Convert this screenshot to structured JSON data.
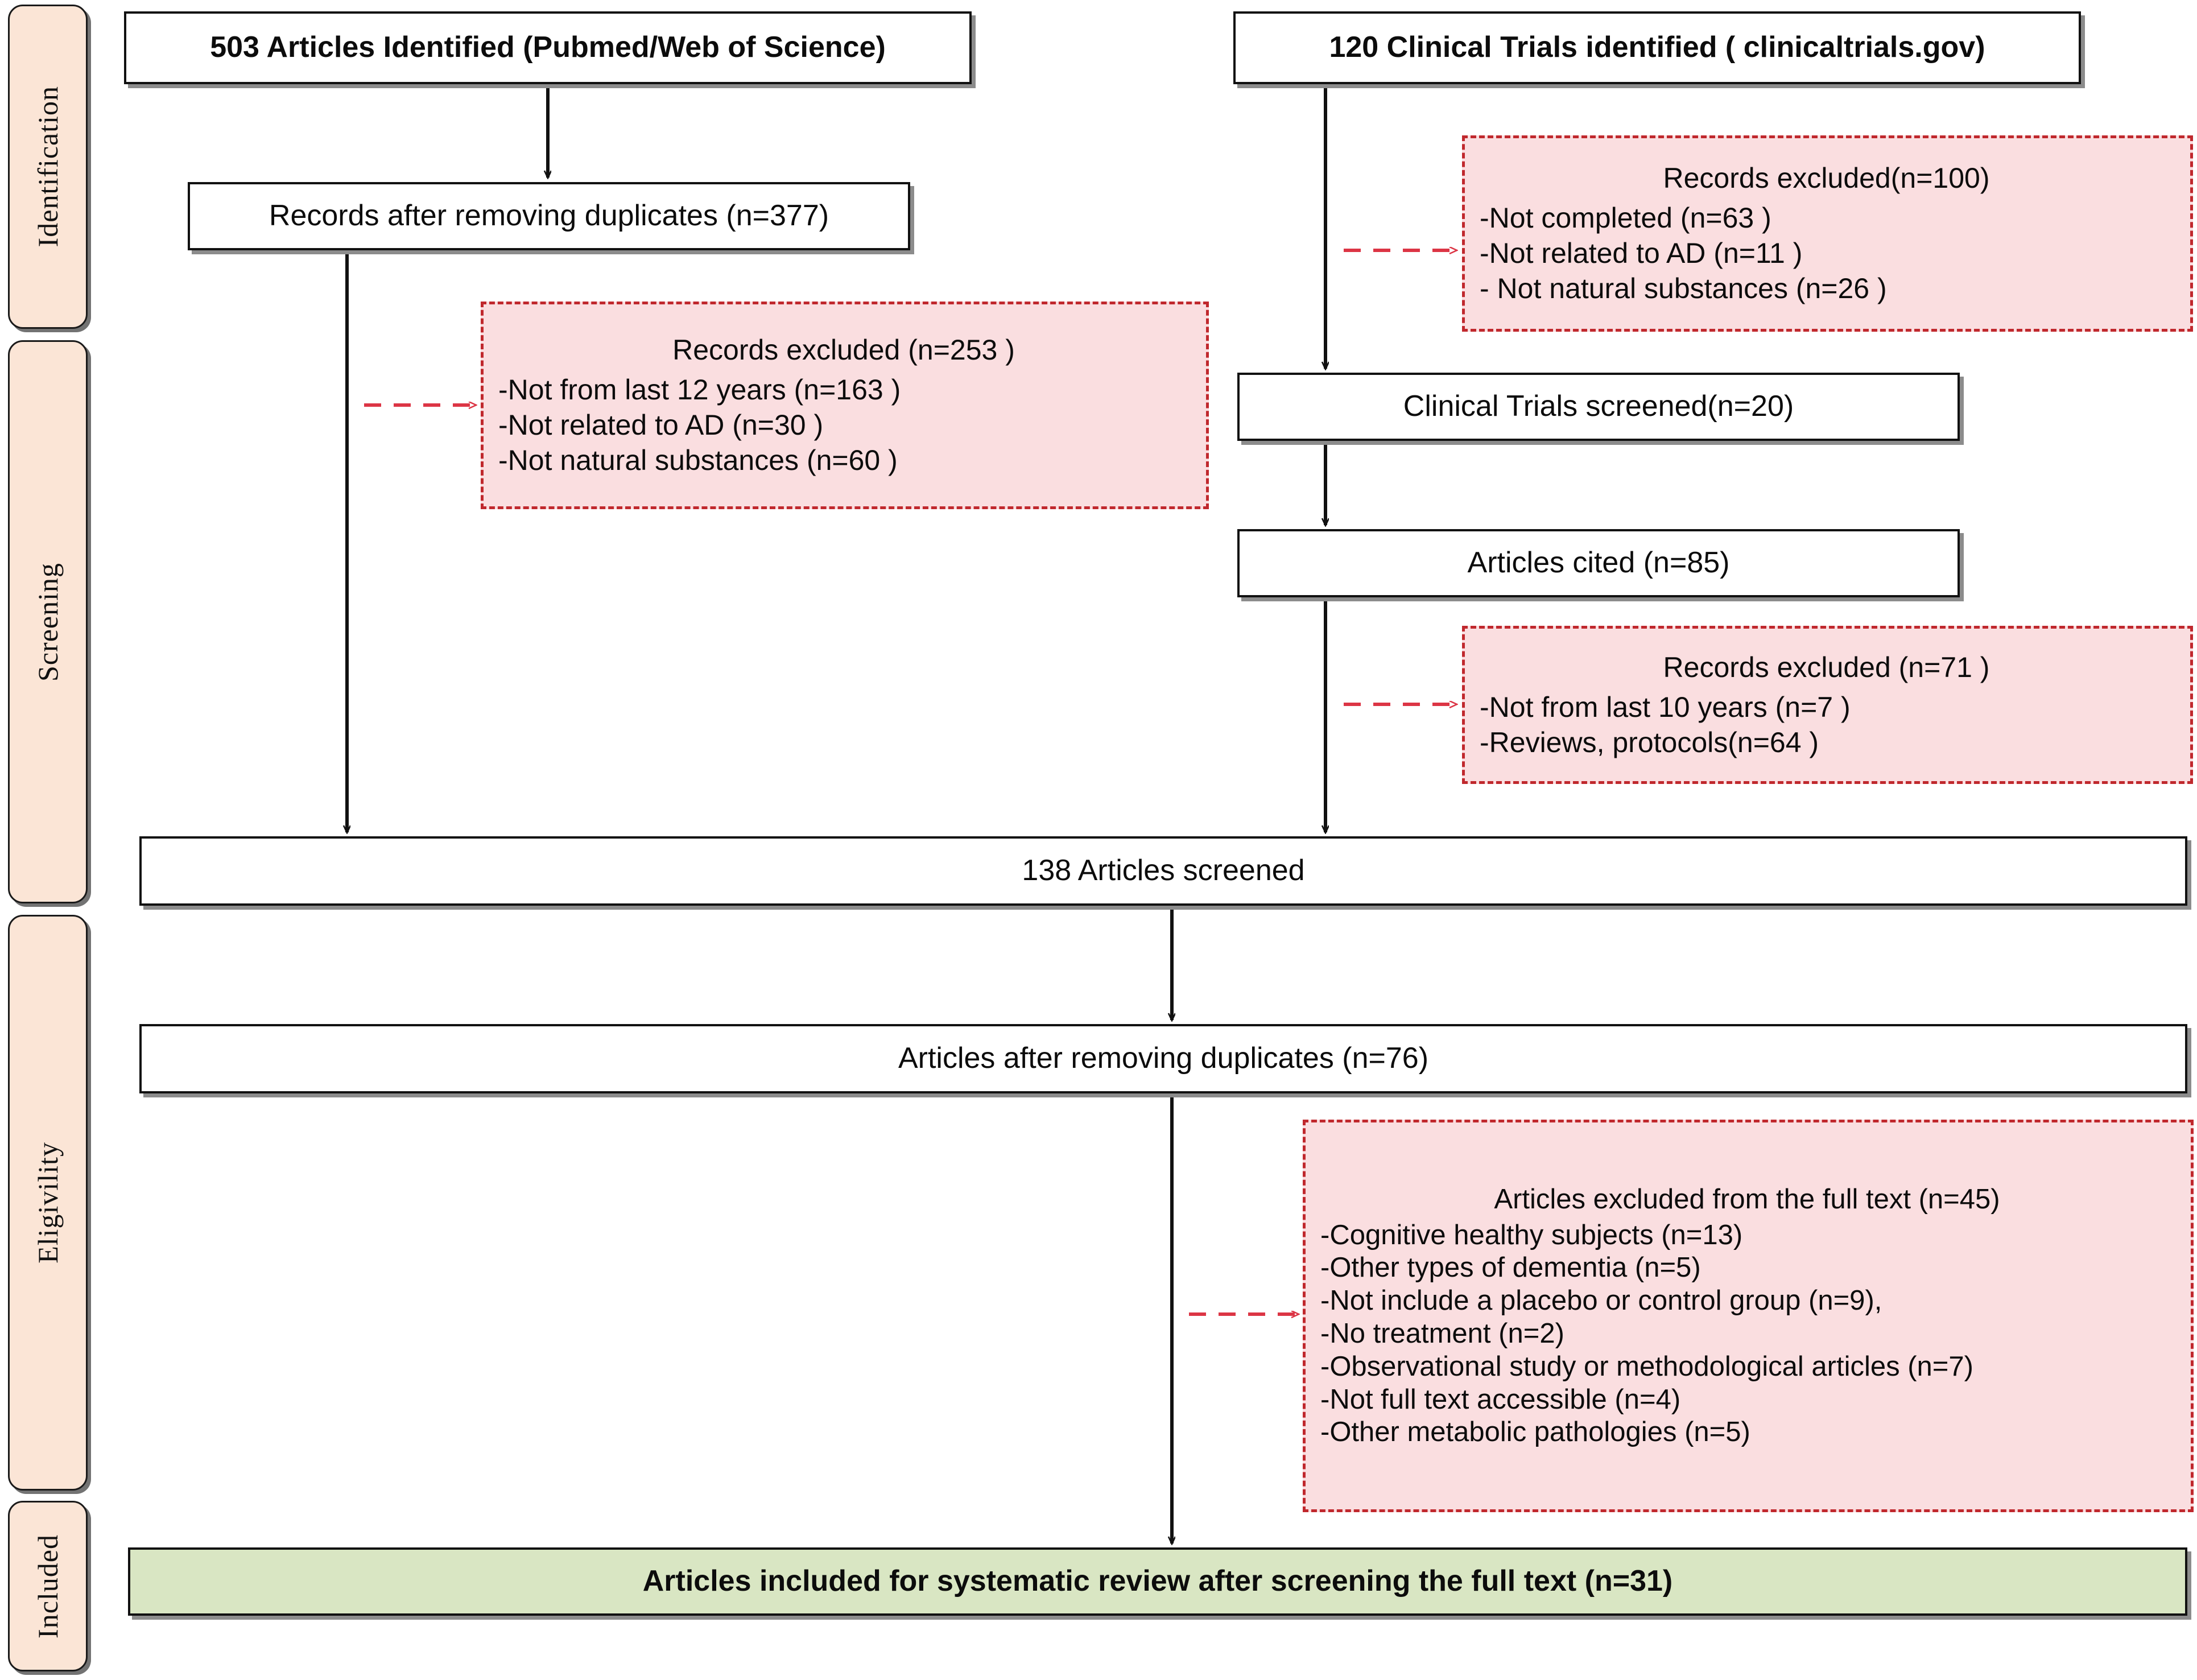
{
  "diagram": {
    "title": "PRISMA flow diagram",
    "colors": {
      "stage_fill": "#fbe5d6",
      "exclusion_fill": "#fadee0",
      "exclusion_border": "#c0282d",
      "included_fill": "#d9e6c3",
      "box_border": "#111111"
    }
  },
  "stages": [
    {
      "id": "identification",
      "label": "Identification"
    },
    {
      "id": "screening",
      "label": "Screening"
    },
    {
      "id": "eligibility",
      "label": "Eligivility"
    },
    {
      "id": "included",
      "label": "Included"
    }
  ],
  "nodes": {
    "articles_identified": {
      "text": "503 Articles Identified (Pubmed/Web of Science)"
    },
    "clinical_trials_identified": {
      "text": "120 Clinical Trials identified ( clinicaltrials.gov)"
    },
    "records_after_duplicates": {
      "text": "Records after removing duplicates (n=377)"
    },
    "clinical_trials_screened": {
      "text": "Clinical Trials screened(n=20)"
    },
    "articles_cited": {
      "text": "Articles cited (n=85)"
    },
    "articles_screened": {
      "text": "138 Articles screened"
    },
    "articles_after_duplicates": {
      "text": "Articles after removing duplicates (n=76)"
    },
    "articles_included": {
      "text": "Articles included  for systematic review after screening the full text (n=31)"
    }
  },
  "exclusions": {
    "trials_excluded_100": {
      "title": "Records excluded(n=100)",
      "items": [
        "-Not completed (n=63 )",
        "-Not related to AD (n=11 )",
        "- Not natural substances (n=26 )"
      ]
    },
    "records_excluded_253": {
      "title": "Records excluded (n=253 )",
      "items": [
        "-Not from last 12 years (n=163 )",
        "-Not related to AD (n=30 )",
        "-Not natural substances (n=60 )"
      ]
    },
    "records_excluded_71": {
      "title": "Records excluded (n=71 )",
      "items": [
        "-Not from last 10 years (n=7 )",
        "-Reviews, protocols(n=64 )"
      ]
    },
    "articles_excluded_45": {
      "title": "Articles excluded from the full text (n=45)",
      "items": [
        "-Cognitive healthy subjects (n=13)",
        "-Other types of dementia (n=5)",
        "-Not include a placebo or control group (n=9),",
        "-No treatment (n=2)",
        "-Observational study or methodological articles (n=7)",
        "-Not full text accessible (n=4)",
        "-Other metabolic pathologies (n=5)"
      ]
    }
  }
}
